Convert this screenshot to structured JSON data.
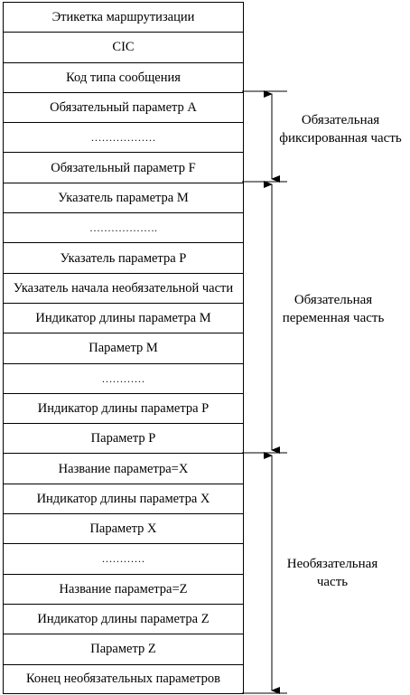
{
  "rows": [
    "Этикетка маршрутизации",
    "CIC",
    "Код типа сообщения",
    "Обязательный параметр A",
    "………………",
    "Обязательный параметр F",
    "Указатель параметра M",
    "……………….",
    "Указатель параметра P",
    "Указатель начала необязательной части",
    "Индикатор длины параметра M",
    "Параметр M",
    "…………",
    "Индикатор длины параметра P",
    "Параметр P",
    "Название параметра=X",
    "Индикатор длины параметра X",
    "Параметр X",
    "…………",
    "Название параметра=Z",
    "Индикатор длины параметра Z",
    "Параметр Z",
    "Конец необязательных параметров"
  ],
  "sections": {
    "fixed": {
      "line1": "Обязательная",
      "line2": "фиксированная часть"
    },
    "variable": {
      "line1": "Обязательная",
      "line2": "переменная часть"
    },
    "optional": {
      "line1": "Необязательная",
      "line2": "часть"
    }
  }
}
